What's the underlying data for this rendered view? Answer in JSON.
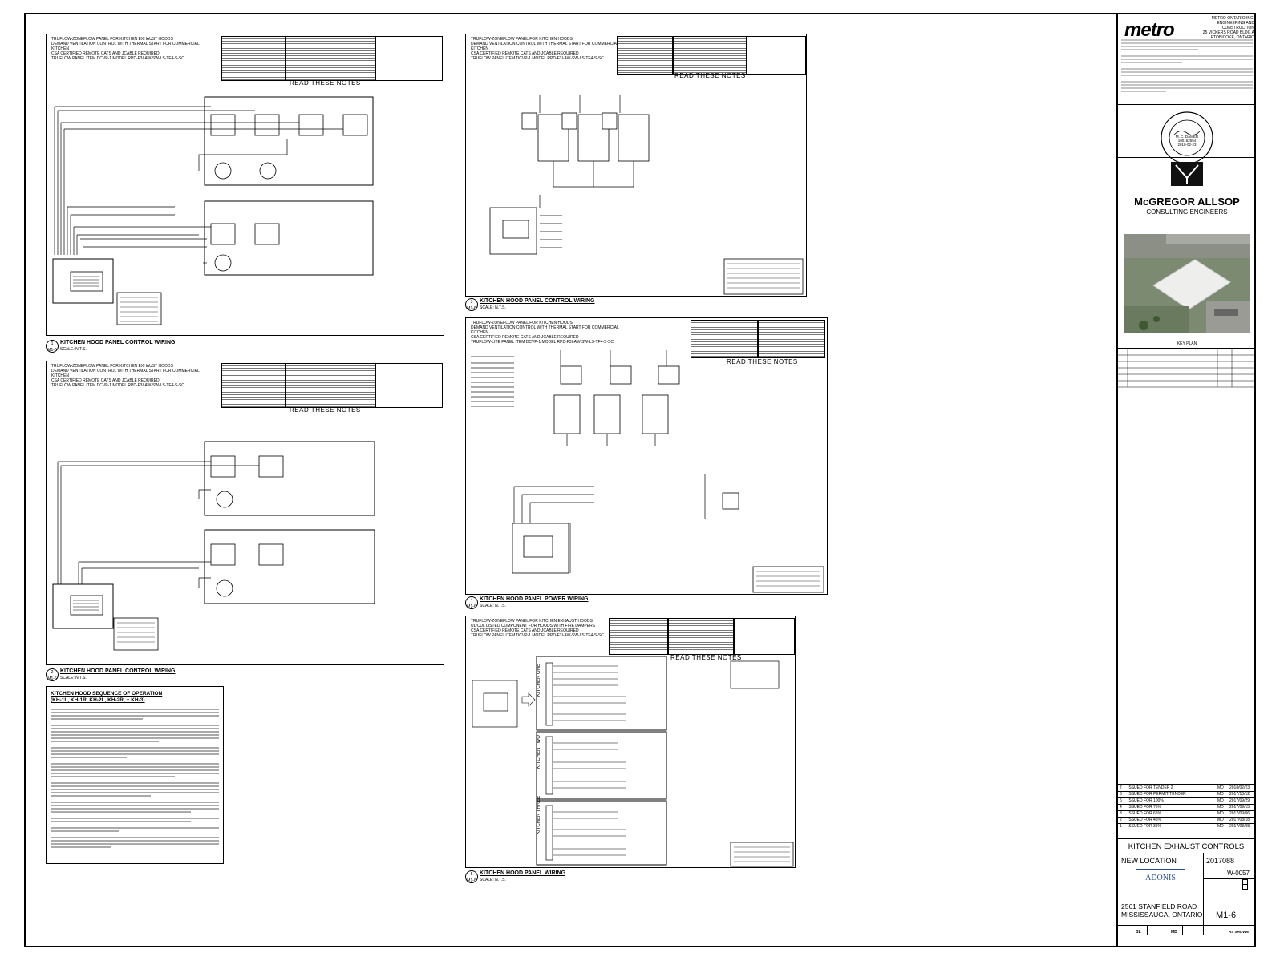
{
  "title_block": {
    "client_logo": "metro",
    "client_lines": [
      "METRO ONTARIO INC.",
      "ENGINEERING AND CONSTRUCTION",
      "25 VICKERS ROAD BLDG A",
      "ETOBICOKE, ONTARIO"
    ],
    "stamp_lines": [
      "M. C. DAMER",
      "100162554",
      "2018-02-23"
    ],
    "firm_name": "McGREGOR ALLSOP",
    "firm_sub": "CONSULTING ENGINEERS",
    "key_plan_label": "KEY PLAN",
    "revisions": [
      {
        "no": "7",
        "desc": "ISSUED FOR TENDER 2",
        "by": "MD",
        "date": "2018/02/23"
      },
      {
        "no": "6",
        "desc": "ISSUED FOR PERMIT-TENDER",
        "by": "MD",
        "date": "2017/10/12"
      },
      {
        "no": "5",
        "desc": "ISSUED FOR 100%",
        "by": "MD",
        "date": "2017/09/29"
      },
      {
        "no": "4",
        "desc": "ISSUED FOR 75%",
        "by": "MD",
        "date": "2017/09/15"
      },
      {
        "no": "3",
        "desc": "ISSUED FOR 65%",
        "by": "MD",
        "date": "2017/09/06"
      },
      {
        "no": "2",
        "desc": "ISSUED FOR 45%",
        "by": "MD",
        "date": "2017/08/18"
      },
      {
        "no": "1",
        "desc": "ISSUED FOR 35%",
        "by": "MD",
        "date": "2017/08/08"
      }
    ],
    "drawing_title": "KITCHEN EXHAUST CONTROLS",
    "project_name": "NEW LOCATION",
    "project_no": "2017088",
    "store_no": "W-0057",
    "design_logo": "ADONIS",
    "address_line1": "2561 STANFIELD ROAD",
    "address_line2": "MISSISSAUGA, ONTARIO",
    "drawing_no": "M1-6",
    "drawn_by": "BL",
    "checked_by": "MD",
    "scale": "AS SHOWN"
  },
  "drawings": [
    {
      "num": "1",
      "sheet": "M1-6",
      "title": "KITCHEN HOOD PANEL CONTROL WIRING",
      "scale": "SCALE: N.T.S."
    },
    {
      "num": "2",
      "sheet": "M1-6",
      "title": "KITCHEN HOOD PANEL CONTROL WIRING",
      "scale": "SCALE: N.T.S."
    },
    {
      "num": "3",
      "sheet": "M1-6",
      "title": "KITCHEN HOOD PANEL CONTROL WIRING",
      "scale": "SCALE: N.T.S."
    },
    {
      "num": "4",
      "sheet": "M1-6",
      "title": "KITCHEN HOOD PANEL POWER WIRING",
      "scale": "SCALE: N.T.S."
    },
    {
      "num": "5",
      "sheet": "M1-6",
      "title": "KITCHEN HOOD PANEL WIRING",
      "scale": "SCALE: N.T.S."
    }
  ],
  "read_notes": "READ THESE NOTES",
  "sequence": {
    "title": "KITCHEN HOOD SEQUENCE OF OPERATION",
    "subtitle": "(KH-1L, KH-1R, KH-2L, KH-2R, + KH-3)"
  },
  "kitchen_labels": [
    "KITCHEN ONE",
    "KITCHEN TWO",
    "KITCHEN THREE"
  ]
}
